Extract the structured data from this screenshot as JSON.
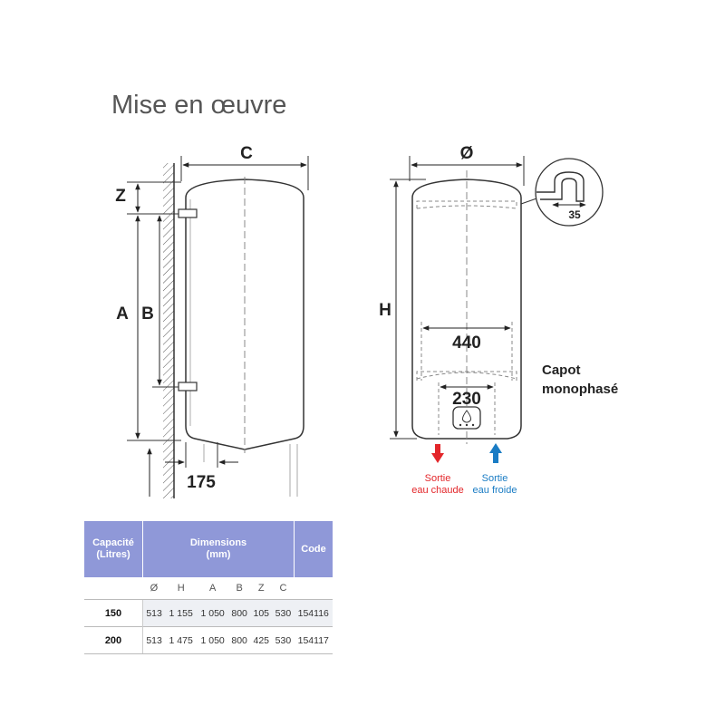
{
  "title": "Mise en œuvre",
  "dimensions": {
    "c": "C",
    "z": "Z",
    "a": "A",
    "b": "B",
    "diameter": "Ø",
    "h": "H",
    "d440": "440",
    "d230": "230",
    "d175": "175",
    "d35": "35"
  },
  "caption": {
    "line1": "Capot",
    "line2": "monophasé"
  },
  "outlets": {
    "hot_line1": "Sortie",
    "hot_line2": "eau chaude",
    "cold_line1": "Sortie",
    "cold_line2": "eau froide",
    "hot_color": "#e3262a",
    "cold_color": "#1a7cc4"
  },
  "table": {
    "header_capacity_line1": "Capacité",
    "header_capacity_line2": "(Litres)",
    "header_dimensions_line1": "Dimensions",
    "header_dimensions_line2": "(mm)",
    "header_code": "Code",
    "header_color": "#8f98d8",
    "columns": [
      "Ø",
      "H",
      "A",
      "B",
      "Z",
      "C"
    ],
    "rows": [
      {
        "capacity": "150",
        "values": [
          "513",
          "1 155",
          "1 050",
          "800",
          "105",
          "530"
        ],
        "code": "154116"
      },
      {
        "capacity": "200",
        "values": [
          "513",
          "1 475",
          "1 050",
          "800",
          "425",
          "530"
        ],
        "code": "154117"
      }
    ]
  }
}
